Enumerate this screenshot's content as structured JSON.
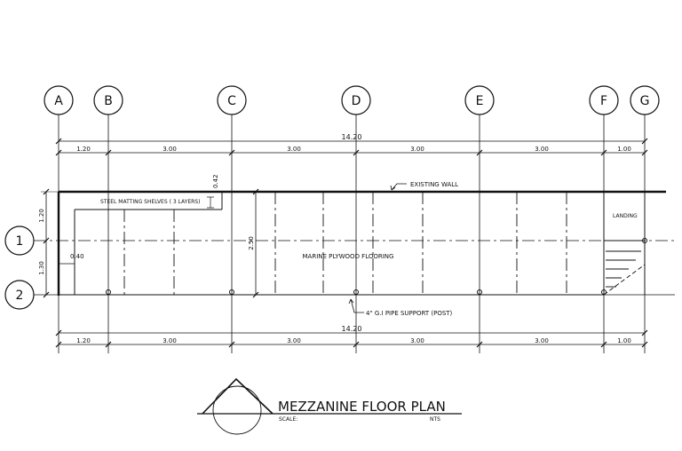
{
  "grid_columns": [
    "A",
    "B",
    "C",
    "D",
    "E",
    "F",
    "G"
  ],
  "grid_rows": [
    "1",
    "2"
  ],
  "dimensions": {
    "total_top": "14.20",
    "top_segments": [
      "1.20",
      "3.00",
      "3.00",
      "3.00",
      "3.00",
      "1.00"
    ],
    "total_bottom": "14.20",
    "bottom_segments": [
      "1.20",
      "3.00",
      "3.00",
      "3.00",
      "3.00",
      "1.00"
    ],
    "left_segments": [
      "1.20",
      "1.30"
    ],
    "shelf_depth": "0.42",
    "shelf_offset": "0.40",
    "height": "2.50"
  },
  "annotations": {
    "existing_wall": "EXISTING WALL",
    "steel_shelves": "STEEL MATTING SHELVES ( 3 LAYERS)",
    "flooring": "MARINE PLYWOOD FLOORING",
    "landing": "LANDING",
    "pipe_support": "4\" G.I PIPE SUPPORT (POST)"
  },
  "title_block": {
    "title": "MEZZANINE FLOOR PLAN",
    "scale_label": "SCALE:",
    "scale_value": "NTS"
  }
}
